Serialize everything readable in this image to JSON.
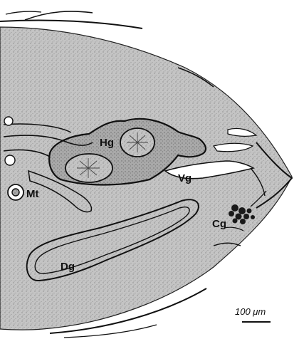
{
  "labels": {
    "hg": "Hg",
    "vg": "Vg",
    "mt": "Mt",
    "cg": "Cg",
    "dg": "Dg"
  },
  "scale_bar": {
    "text": "100 μm"
  },
  "colors": {
    "tissue_fill": "#bdbdbd",
    "outline": "#111111",
    "background": "#ffffff"
  }
}
